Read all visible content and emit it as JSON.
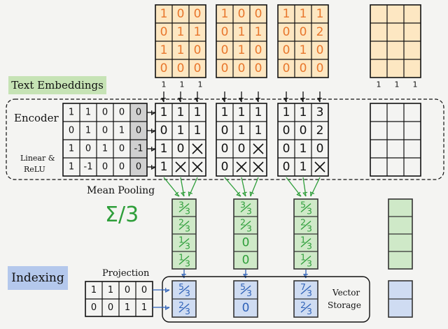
{
  "labels": {
    "text_embeddings": "Text Embeddings",
    "encoder": "Encoder",
    "linear": "Linear &",
    "relu": "ReLU",
    "mean_pooling": "Mean Pooling",
    "sum_over_3": "Σ/3",
    "indexing": "Indexing",
    "projection": "Projection",
    "vector": "Vector",
    "storage": "Storage"
  },
  "colors": {
    "orange_ink": "#e8762c",
    "orange_fill": "#fde7c2",
    "green_ink": "#2e9e3a",
    "green_fill": "#cfe9c8",
    "blue_ink": "#2f62b8",
    "blue_fill": "#cfdcf2",
    "gray_fill": "#d0d0d0"
  },
  "embeddings": [
    [
      [
        "1",
        "0",
        "0"
      ],
      [
        "0",
        "1",
        "1"
      ],
      [
        "1",
        "1",
        "0"
      ],
      [
        "0",
        "0",
        "0"
      ]
    ],
    [
      [
        "1",
        "0",
        "0"
      ],
      [
        "0",
        "1",
        "1"
      ],
      [
        "0",
        "1",
        "0"
      ],
      [
        "0",
        "0",
        "0"
      ]
    ],
    [
      [
        "1",
        "1",
        "1"
      ],
      [
        "0",
        "0",
        "2"
      ],
      [
        "0",
        "1",
        "0"
      ],
      [
        "0",
        "0",
        "0"
      ]
    ]
  ],
  "ones_row_left": [
    "1",
    "1",
    "1"
  ],
  "ones_row_right": [
    "1",
    "1",
    "1"
  ],
  "encoder_weights": [
    [
      "1",
      "1",
      "0",
      "0",
      "0"
    ],
    [
      "0",
      "1",
      "0",
      "1",
      "0"
    ],
    [
      "1",
      "0",
      "1",
      "0",
      "-1"
    ],
    [
      "1",
      "-1",
      "0",
      "0",
      "0"
    ]
  ],
  "encoded": [
    [
      [
        "1",
        "1",
        "1"
      ],
      [
        "0",
        "1",
        "1"
      ],
      [
        "1",
        "0",
        "X"
      ],
      [
        "1",
        "X",
        "X"
      ]
    ],
    [
      [
        "1",
        "1",
        "1"
      ],
      [
        "0",
        "1",
        "1"
      ],
      [
        "0",
        "0",
        "X"
      ],
      [
        "0",
        "X",
        "X"
      ]
    ],
    [
      [
        "1",
        "1",
        "3"
      ],
      [
        "0",
        "0",
        "2"
      ],
      [
        "0",
        "1",
        "0"
      ],
      [
        "0",
        "1",
        "X"
      ]
    ]
  ],
  "pooled": [
    [
      "3/3",
      "2/3",
      "1/3",
      "1/3"
    ],
    [
      "3/3",
      "2/3",
      "0",
      "0"
    ],
    [
      "5/3",
      "2/3",
      "1/3",
      "1/3"
    ]
  ],
  "projection_weights": [
    [
      "1",
      "1",
      "0",
      "0"
    ],
    [
      "0",
      "0",
      "1",
      "1"
    ]
  ],
  "stored": [
    [
      "5/3",
      "2/3"
    ],
    [
      "5/3",
      "0"
    ],
    [
      "7/3",
      "2/3"
    ]
  ]
}
